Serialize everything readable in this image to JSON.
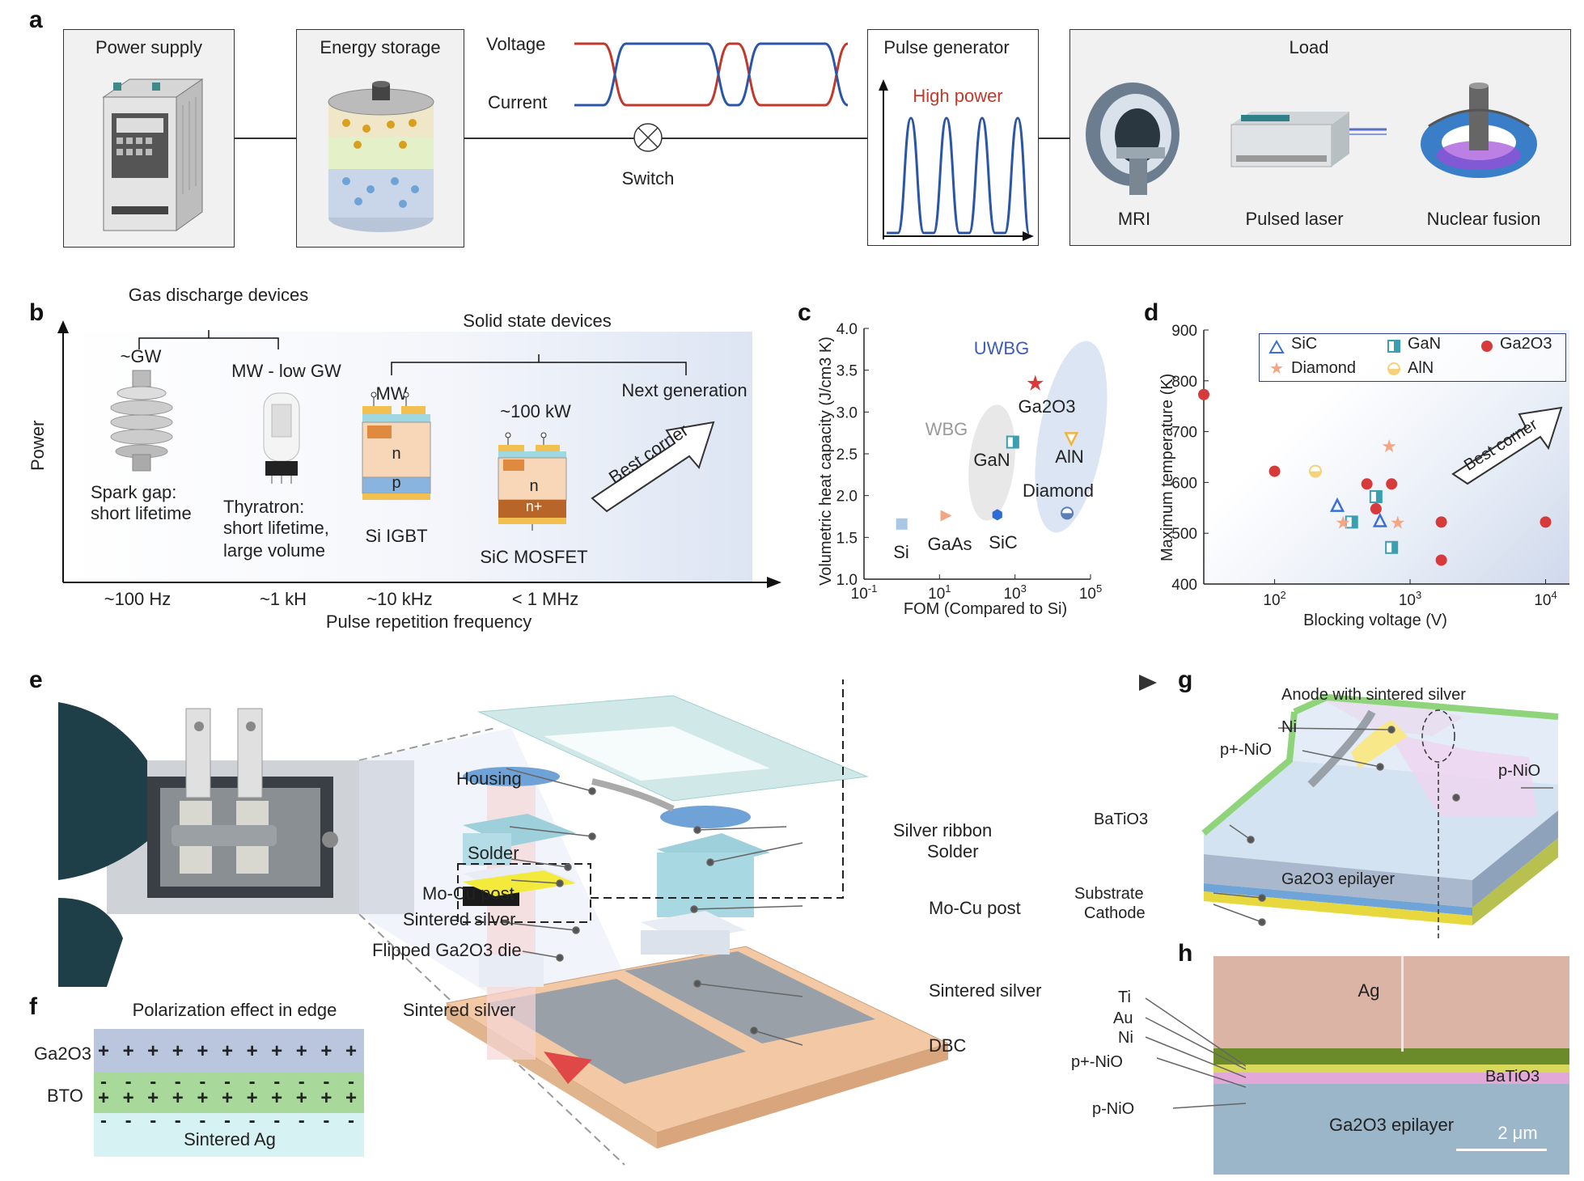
{
  "panels": {
    "a": "a",
    "b": "b",
    "c": "c",
    "d": "d",
    "e": "e",
    "f": "f",
    "g": "g",
    "h": "h"
  },
  "a": {
    "power_supply": "Power supply",
    "energy_storage": "Energy storage",
    "voltage": "Voltage",
    "current": "Current",
    "switch": "Switch",
    "pulse_generator": "Pulse generator",
    "high_power": "High power",
    "load": "Load",
    "mri": "MRI",
    "pulsed_laser": "Pulsed laser",
    "nuclear_fusion": "Nuclear fusion"
  },
  "b": {
    "gas_discharge": "Gas discharge devices",
    "solid_state": "Solid state devices",
    "power_axis": "Power",
    "freq_axis": "Pulse repetition frequency",
    "gw": "~GW",
    "mw_low_gw": "MW - low GW",
    "mw": "MW",
    "kw100": "~100 kW",
    "next_gen": "Next generation",
    "best_corner": "Best corner",
    "spark_gap_1": "Spark gap:",
    "spark_gap_2": "short lifetime",
    "thyratron_1": "Thyratron:",
    "thyratron_2": "short lifetime,",
    "thyratron_3": "large volume",
    "si_igbt": "Si IGBT",
    "sic_mosfet": "SiC MOSFET",
    "n_label": "n",
    "p_label": "p",
    "nplus_label": "n+",
    "freq_ticks": [
      "~100 Hz",
      "~1 kH",
      "~10 kHz",
      "< 1 MHz"
    ]
  },
  "chart_data": [
    {
      "type": "scatter",
      "panel": "c",
      "xlabel": "FOM (Compared to Si)",
      "ylabel": "Volumetric heat capacity (J/cm3 K)",
      "xscale": "log",
      "xlim": [
        0.1,
        100000
      ],
      "ylim": [
        1.0,
        4.0
      ],
      "x_ticks": [
        "10-1",
        "101",
        "103",
        "105"
      ],
      "y_ticks": [
        "1.0",
        "1.5",
        "2.0",
        "2.5",
        "3.0",
        "3.5",
        "4.0"
      ],
      "group_labels": [
        "UWBG",
        "WBG"
      ],
      "points": [
        {
          "name": "Si",
          "x": 1,
          "y": 1.66,
          "color": "#a9c8e8",
          "marker": "square"
        },
        {
          "name": "GaAs",
          "x": 15,
          "y": 1.76,
          "color": "#f4a582",
          "marker": "triangle-right"
        },
        {
          "name": "SiC",
          "x": 340,
          "y": 1.77,
          "color": "#2e6bd6",
          "marker": "hexagon"
        },
        {
          "name": "GaN",
          "x": 870,
          "y": 2.64,
          "color": "#3a9fb0",
          "marker": "half-square"
        },
        {
          "name": "Ga2O3",
          "x": 3444,
          "y": 3.34,
          "color": "#d73a3a",
          "marker": "star"
        },
        {
          "name": "AlN",
          "x": 31000,
          "y": 2.68,
          "color": "#f2b33d",
          "marker": "triangle-down"
        },
        {
          "name": "Diamond",
          "x": 24000,
          "y": 1.79,
          "color": "#5a7fb8",
          "marker": "half-circle"
        }
      ]
    },
    {
      "type": "scatter",
      "panel": "d",
      "xlabel": "Blocking  voltage (V)",
      "ylabel": "Maximum temperature (K)",
      "xscale": "log",
      "xlim": [
        30,
        15000
      ],
      "ylim": [
        400,
        900
      ],
      "x_ticks": [
        "102",
        "103",
        "104"
      ],
      "y_ticks": [
        "400",
        "500",
        "600",
        "700",
        "800",
        "900"
      ],
      "best_corner": "Best corner",
      "legend": [
        "SiC",
        "GaN",
        "Ga2O3",
        "Diamond",
        "AlN"
      ],
      "series": [
        {
          "name": "SiC",
          "color": "#3b6fd1",
          "marker": "triangle",
          "points": [
            [
              290,
              555
            ],
            [
              600,
              525
            ]
          ]
        },
        {
          "name": "GaN",
          "color": "#3a9fb0",
          "marker": "half-square",
          "points": [
            [
              370,
              522
            ],
            [
              560,
              572
            ],
            [
              730,
              472
            ]
          ]
        },
        {
          "name": "Ga2O3",
          "color": "#d73a3a",
          "marker": "circle",
          "points": [
            [
              30,
              773
            ],
            [
              100,
              622
            ],
            [
              480,
              597
            ],
            [
              560,
              548
            ],
            [
              730,
              597
            ],
            [
              1700,
              522
            ],
            [
              1700,
              447
            ],
            [
              10000,
              522
            ]
          ]
        },
        {
          "name": "Diamond",
          "color": "#f4a582",
          "marker": "star",
          "points": [
            [
              320,
              522
            ],
            [
              700,
              672
            ],
            [
              810,
              522
            ]
          ]
        },
        {
          "name": "AlN",
          "color": "#f5d27a",
          "marker": "half-circle",
          "points": [
            [
              200,
              622
            ]
          ]
        }
      ]
    }
  ],
  "e": {
    "housing": "Housing",
    "solder_l": "Solder",
    "mocu_l": "Mo-Cu post",
    "sintered_l": "Sintered silver",
    "flipped": "Flipped Ga2O3 die",
    "sintered_l2": "Sintered silver",
    "silver_ribbon": "Silver ribbon",
    "solder_r": "Solder",
    "mocu_r": "Mo-Cu post",
    "sintered_r": "Sintered silver",
    "dbc": "DBC"
  },
  "f": {
    "title": "Polarization effect in edge",
    "ga2o3": "Ga2O3",
    "bto": "BTO",
    "sintered_ag": "Sintered Ag",
    "plus": "+",
    "minus": "-"
  },
  "g": {
    "anode": "Anode with sintered silver",
    "ni": "Ni",
    "pplus_nio": "p+-NiO",
    "p_nio": "p-NiO",
    "batio3": "BaTiO3",
    "epilayer": "Ga2O3 epilayer",
    "substrate": "Substrate",
    "cathode": "Cathode"
  },
  "h": {
    "ag": "Ag",
    "ti": "Ti",
    "au": "Au",
    "ni": "Ni",
    "pplus_nio": "p+-NiO",
    "p_nio": "p-NiO",
    "batio3": "BaTiO3",
    "epilayer": "Ga2O3 epilayer",
    "scale": "2 μm"
  }
}
